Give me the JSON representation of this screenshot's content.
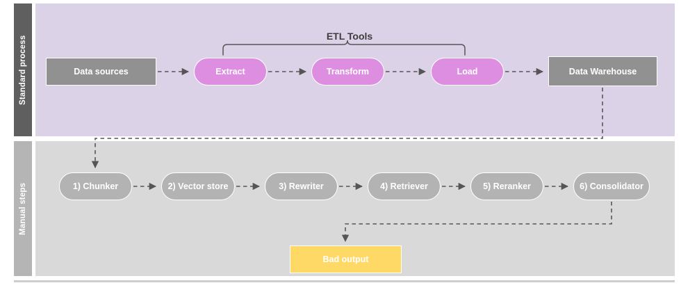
{
  "diagram": {
    "title": "",
    "colors": {
      "lane_standard_label_bg": "#5f5f5f",
      "lane_standard_bg": "#dbd2e8",
      "lane_manual_label_bg": "#b5b5b5",
      "lane_manual_bg": "#d9d9d9",
      "grey_node": "#919191",
      "magenta_node": "#dd8ee0",
      "grey_pill": "#b3b3b3",
      "yellow_node": "#ffd966",
      "connector": "#555555",
      "text_dark": "#3d3d3d"
    },
    "lanes": [
      {
        "id": "standard",
        "label": "Standard process"
      },
      {
        "id": "manual",
        "label": "Manual steps"
      }
    ],
    "annotations": [
      {
        "id": "etl-tools",
        "label": "ETL Tools",
        "spans": [
          "extract",
          "load"
        ]
      }
    ],
    "nodes": {
      "standard_process": [
        {
          "id": "data-sources",
          "label": "Data sources",
          "shape": "rect",
          "style": "grey-box"
        },
        {
          "id": "extract",
          "label": "Extract",
          "shape": "pill",
          "style": "magenta"
        },
        {
          "id": "transform",
          "label": "Transform",
          "shape": "pill",
          "style": "magenta"
        },
        {
          "id": "load",
          "label": "Load",
          "shape": "pill",
          "style": "magenta"
        },
        {
          "id": "data-warehouse",
          "label": "Data Warehouse",
          "shape": "rect",
          "style": "grey-box"
        }
      ],
      "manual_steps": [
        {
          "id": "chunker",
          "label": "1) Chunker",
          "shape": "pill",
          "style": "grey-pill"
        },
        {
          "id": "vector-store",
          "label": "2) Vector store",
          "shape": "pill",
          "style": "grey-pill"
        },
        {
          "id": "rewriter",
          "label": "3) Rewriter",
          "shape": "pill",
          "style": "grey-pill"
        },
        {
          "id": "retriever",
          "label": "4) Retriever",
          "shape": "pill",
          "style": "grey-pill"
        },
        {
          "id": "reranker",
          "label": "5) Reranker",
          "shape": "pill",
          "style": "grey-pill"
        },
        {
          "id": "consolidator",
          "label": "6) Consolidator",
          "shape": "pill",
          "style": "grey-pill"
        },
        {
          "id": "bad-output",
          "label": "Bad output",
          "shape": "rect",
          "style": "yellow-box"
        }
      ]
    },
    "edges": [
      {
        "from": "data-sources",
        "to": "extract",
        "style": "dashed-arrow"
      },
      {
        "from": "extract",
        "to": "transform",
        "style": "dashed-arrow"
      },
      {
        "from": "transform",
        "to": "load",
        "style": "dashed-arrow"
      },
      {
        "from": "load",
        "to": "data-warehouse",
        "style": "dashed-arrow"
      },
      {
        "from": "data-warehouse",
        "to": "chunker",
        "style": "dashed-elbow-arrow"
      },
      {
        "from": "chunker",
        "to": "vector-store",
        "style": "dashed-arrow"
      },
      {
        "from": "vector-store",
        "to": "rewriter",
        "style": "dashed-arrow"
      },
      {
        "from": "rewriter",
        "to": "retriever",
        "style": "dashed-arrow"
      },
      {
        "from": "retriever",
        "to": "reranker",
        "style": "dashed-arrow"
      },
      {
        "from": "reranker",
        "to": "consolidator",
        "style": "dashed-arrow"
      },
      {
        "from": "consolidator",
        "to": "bad-output",
        "style": "dashed-elbow-arrow"
      }
    ]
  }
}
